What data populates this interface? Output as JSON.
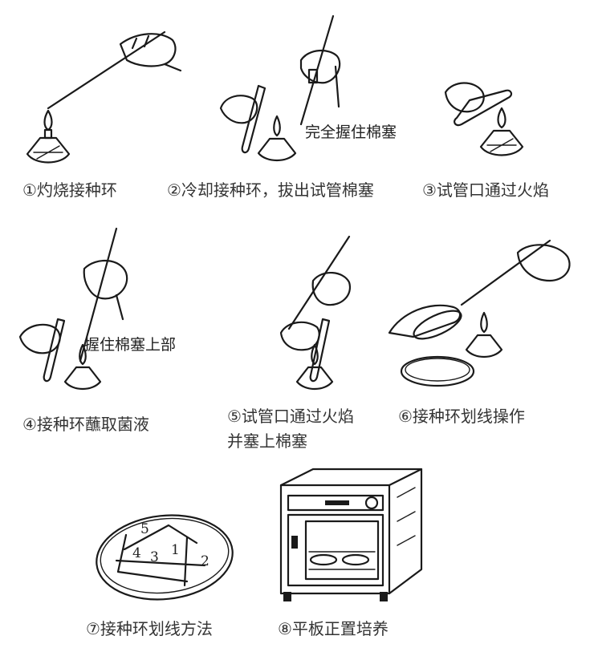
{
  "steps": [
    {
      "caption": "①灼烧接种环"
    },
    {
      "caption": "②冷却接种环，拔出试管棉塞",
      "note": "完全握住棉塞"
    },
    {
      "caption": "③试管口通过火焰"
    },
    {
      "caption": "④接种环蘸取菌液",
      "note": "握住棉塞上部"
    },
    {
      "caption_line1": "⑤试管口通过火焰",
      "caption_line2": "并塞上棉塞"
    },
    {
      "caption": "⑥接种环划线操作"
    },
    {
      "caption": "⑦接种环划线方法",
      "regions": [
        "1",
        "2",
        "3",
        "4",
        "5"
      ]
    },
    {
      "caption": "⑧平板正置培养"
    }
  ]
}
